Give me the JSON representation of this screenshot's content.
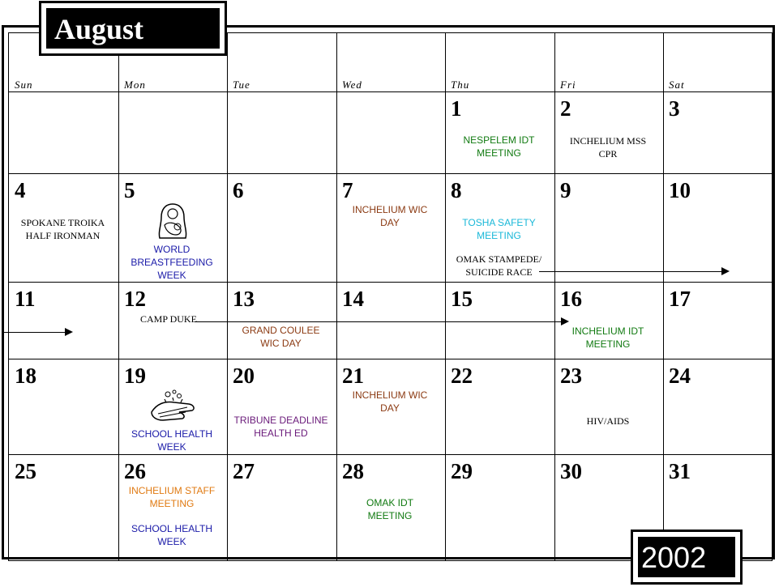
{
  "month": "August",
  "year": "2002",
  "days_of_week": [
    "Sun",
    "Mon",
    "Tue",
    "Wed",
    "Thu",
    "Fri",
    "Sat"
  ],
  "days": {
    "d1": "1",
    "d2": "2",
    "d3": "3",
    "d4": "4",
    "d5": "5",
    "d6": "6",
    "d7": "7",
    "d8": "8",
    "d9": "9",
    "d10": "10",
    "d11": "11",
    "d12": "12",
    "d13": "13",
    "d14": "14",
    "d15": "15",
    "d16": "16",
    "d17": "17",
    "d18": "18",
    "d19": "19",
    "d20": "20",
    "d21": "21",
    "d22": "22",
    "d23": "23",
    "d24": "24",
    "d25": "25",
    "d26": "26",
    "d27": "27",
    "d28": "28",
    "d29": "29",
    "d30": "30",
    "d31": "31"
  },
  "events": {
    "nespelem_idt": [
      "NESPELEM IDT",
      "MEETING"
    ],
    "inchelium_mss": [
      "INCHELIUM MSS",
      "CPR"
    ],
    "spokane_troika": [
      "SPOKANE TROIKA",
      "HALF IRONMAN"
    ],
    "world_breastfeeding": [
      "WORLD",
      "BREASTFEEDING",
      "WEEK"
    ],
    "inchelium_wic_7": [
      "INCHELIUM WIC",
      "DAY"
    ],
    "tosha_safety": [
      "TOSHA SAFETY",
      "MEETING"
    ],
    "omak_stampede": [
      "OMAK STAMPEDE/",
      "SUICIDE RACE"
    ],
    "camp_duke": "CAMP DUKE",
    "grand_coulee_wic": [
      "GRAND COULEE",
      "WIC DAY"
    ],
    "inchelium_idt_16": [
      "INCHELIUM IDT",
      "MEETING"
    ],
    "school_health_19": [
      "SCHOOL HEALTH",
      "WEEK"
    ],
    "tribune_deadline": [
      "TRIBUNE DEADLINE",
      "HEALTH ED"
    ],
    "inchelium_wic_21": [
      "INCHELIUM WIC",
      "DAY"
    ],
    "hiv_aids": "HIV/AIDS",
    "inchelium_staff": [
      "INCHELIUM STAFF",
      "MEETING"
    ],
    "school_health_26": [
      "SCHOOL HEALTH",
      "WEEK"
    ],
    "omak_idt": [
      "OMAK IDT",
      "MEETING"
    ]
  },
  "colors": {
    "green": "#117a11",
    "brown": "#8b3a12",
    "cyan": "#1ab8d8",
    "blue": "#1a1aa8",
    "purple": "#6a1a7a",
    "orange": "#e07a12",
    "black": "#000000"
  },
  "icons": {
    "breastfeeding": "mother-and-baby-icon",
    "school_health": "handwashing-icon"
  }
}
